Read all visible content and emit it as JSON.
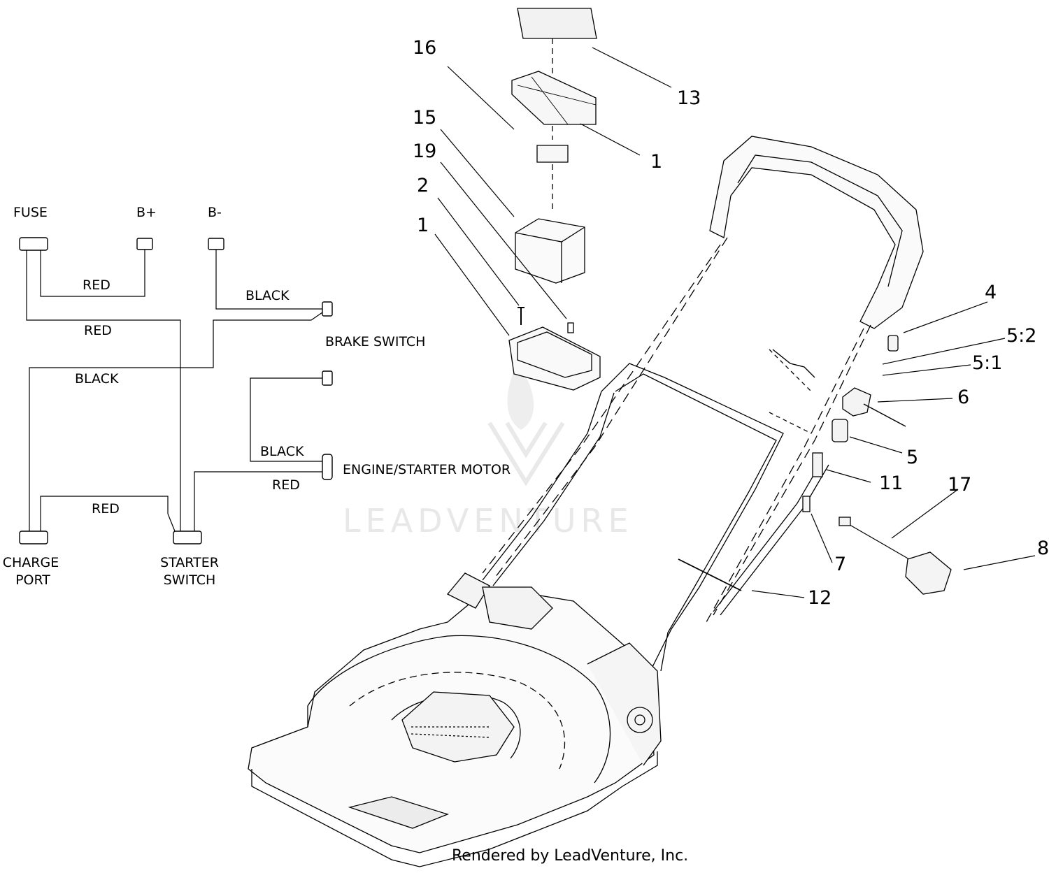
{
  "wiring": {
    "terminals": {
      "fuse": "FUSE",
      "b_plus": "B+",
      "b_minus": "B-",
      "brake_switch": "BRAKE SWITCH",
      "engine_starter_motor": "ENGINE/STARTER MOTOR",
      "charge_port_line1": "CHARGE",
      "charge_port_line2": "PORT",
      "starter_switch_line1": "STARTER",
      "starter_switch_line2": "SWITCH"
    },
    "wire_colors": {
      "red_1": "RED",
      "black_1": "BLACK",
      "red_2": "RED",
      "black_2": "BLACK",
      "black_3": "BLACK",
      "red_3": "RED",
      "red_4": "RED"
    }
  },
  "callouts": {
    "c16": "16",
    "c13": "13",
    "c15": "15",
    "c1_top": "1",
    "c19": "19",
    "c2": "2",
    "c1_left": "1",
    "c4": "4",
    "c5_2": "5:2",
    "c5_1": "5:1",
    "c6": "6",
    "c5": "5",
    "c11": "11",
    "c17": "17",
    "c7": "7",
    "c8": "8",
    "c12": "12"
  },
  "watermark": {
    "text": "LEADVENTURE"
  },
  "footer": {
    "text": "Rendered by LeadVenture, Inc."
  }
}
